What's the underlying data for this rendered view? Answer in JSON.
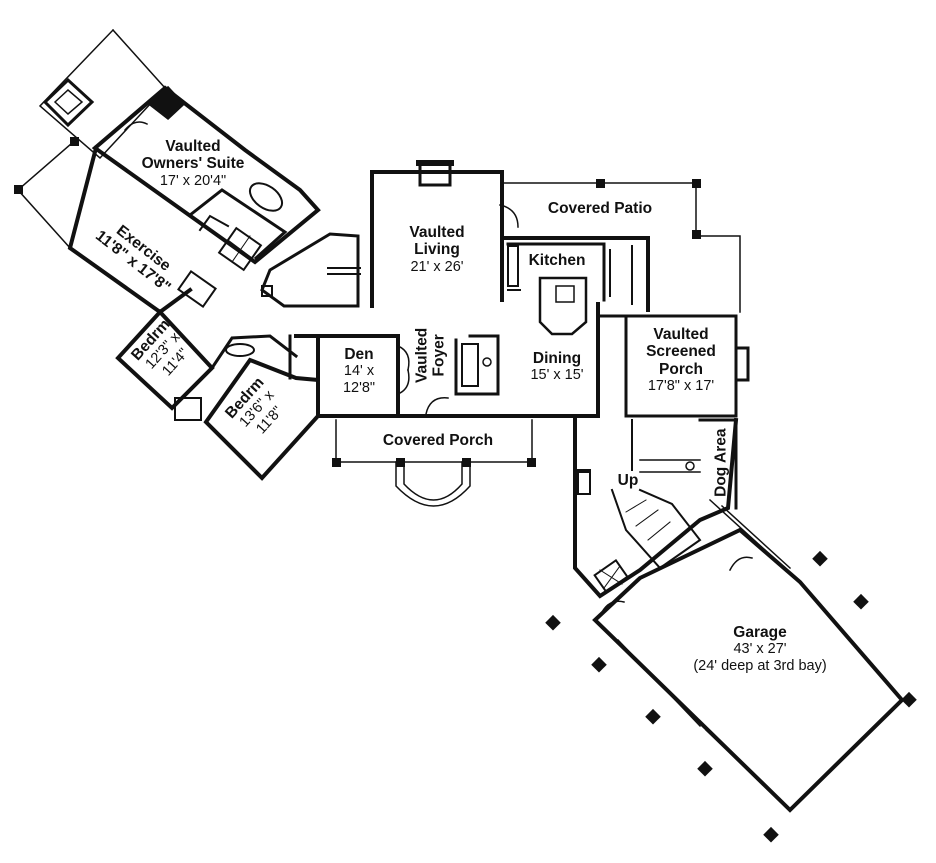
{
  "rooms": {
    "owners_suite": {
      "line1": "Vaulted",
      "line2": "Owners' Suite",
      "dims": "17' x 20'4\""
    },
    "exercise": {
      "name": "Exercise",
      "dims": "11'8\" x 17'8\""
    },
    "bedroom_1": {
      "name": "Bedrm",
      "dims_a": "12'3\" x",
      "dims_b": "11'4\""
    },
    "bedroom_2": {
      "name": "Bedrm",
      "dims_a": "13'6\" x",
      "dims_b": "11'8\""
    },
    "living": {
      "line1": "Vaulted",
      "line2": "Living",
      "dims": "21' x 26'"
    },
    "covered_patio": {
      "name": "Covered Patio"
    },
    "kitchen": {
      "name": "Kitchen"
    },
    "den": {
      "name": "Den",
      "dims_a": "14' x",
      "dims_b": "12'8\""
    },
    "foyer": {
      "line1": "Vaulted",
      "line2": "Foyer"
    },
    "dining": {
      "name": "Dining",
      "dims": "15' x 15'"
    },
    "screened_porch": {
      "line1": "Vaulted",
      "line2": "Screened",
      "line3": "Porch",
      "dims": "17'8\" x 17'"
    },
    "covered_porch": {
      "name": "Covered Porch"
    },
    "dog_area": {
      "name": "Dog Area"
    },
    "stairs": {
      "label": "Up"
    },
    "garage": {
      "name": "Garage",
      "dims": "43' x 27'",
      "note": "(24' deep at 3rd bay)"
    }
  },
  "colors": {
    "line": "#111111",
    "background": "#ffffff"
  }
}
